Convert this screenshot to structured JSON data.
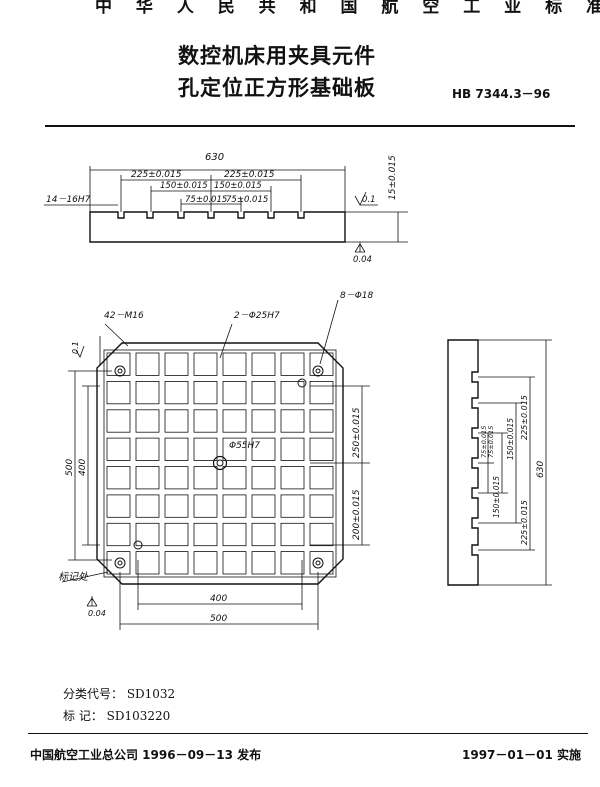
{
  "header": {
    "standard_org": "中 华 人 民 共 和 国 航 空 工 业 标 准",
    "title_line1": "数控机床用夹具元件",
    "title_line2": "孔定位正方形基础板",
    "standard_code": "HB 7344.3－96"
  },
  "drawing": {
    "top_view": {
      "overall_width": "630",
      "dim_225_left": "225±0.015",
      "dim_225_right": "225±0.015",
      "dim_150_left": "150±0.015",
      "dim_150_right": "150±0.015",
      "dim_75_left": "75±0.015",
      "dim_75_right": "75±0.015",
      "slot_label": "14－16H7",
      "flatness": "0.1",
      "height": "15±0.015",
      "datum": "0.04"
    },
    "plan_view": {
      "threaded_holes": "42－M16",
      "dowel_holes": "2－Φ25H7",
      "through_holes": "8－Φ18",
      "center_hole": "Φ55H7",
      "dim_250": "250±0.015",
      "dim_200": "200±0.015",
      "dim_500_v": "500",
      "dim_400_v": "400",
      "dim_400_h": "400",
      "dim_500_h": "500",
      "mark_label": "标记处",
      "datum_flat": "0.1",
      "datum_bottom": "0.04"
    },
    "side_view": {
      "dim_75_a": "75±0.015",
      "dim_75_b": "75±0.015",
      "dim_150_a": "150±0.015",
      "dim_150_b": "150±0.015",
      "dim_225_a": "225±0.015",
      "dim_225_b": "225±0.015",
      "overall": "630"
    }
  },
  "meta": {
    "class_code": "分类代号：  SD1032",
    "mark": "标    记：  SD103220"
  },
  "footer": {
    "publisher": "中国航空工业总公司 1996－09－13 发布",
    "implement": "1997－01－01 实施"
  }
}
